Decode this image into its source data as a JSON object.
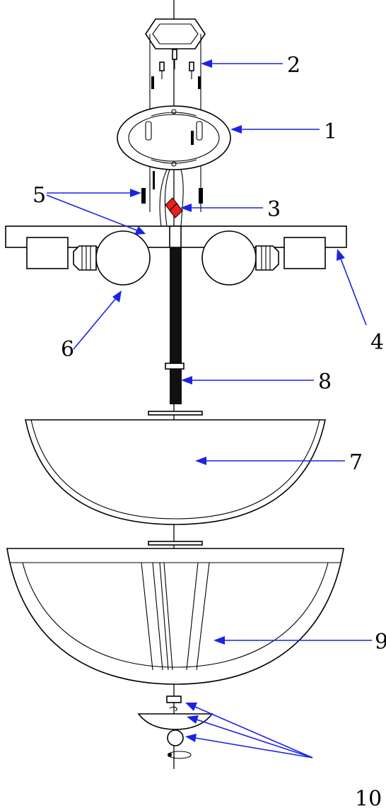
{
  "callouts": {
    "c1": "1",
    "c2": "2",
    "c3": "3",
    "c4": "4",
    "c5": "5",
    "c6": "6",
    "c7": "7",
    "c8": "8",
    "c9": "9",
    "c10": "10"
  },
  "colors": {
    "leader": "#1a23e6",
    "wire_connector": "#e8211e",
    "line": "#000000",
    "background": "#ffffff"
  }
}
